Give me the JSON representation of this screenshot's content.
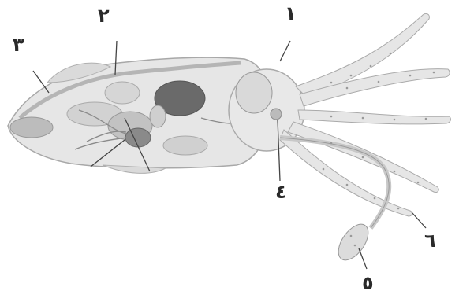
{
  "labels": {
    "one": "١",
    "two": "٢",
    "three": "٣",
    "four": "٤",
    "five": "٥",
    "six": "٦"
  },
  "colors": {
    "body_fill": "#e4e4e4",
    "outline": "#a8a8a8",
    "organ_fill": "#c9c9c9",
    "dark_organ": "#6a6a6a",
    "leader_line": "#444444"
  }
}
